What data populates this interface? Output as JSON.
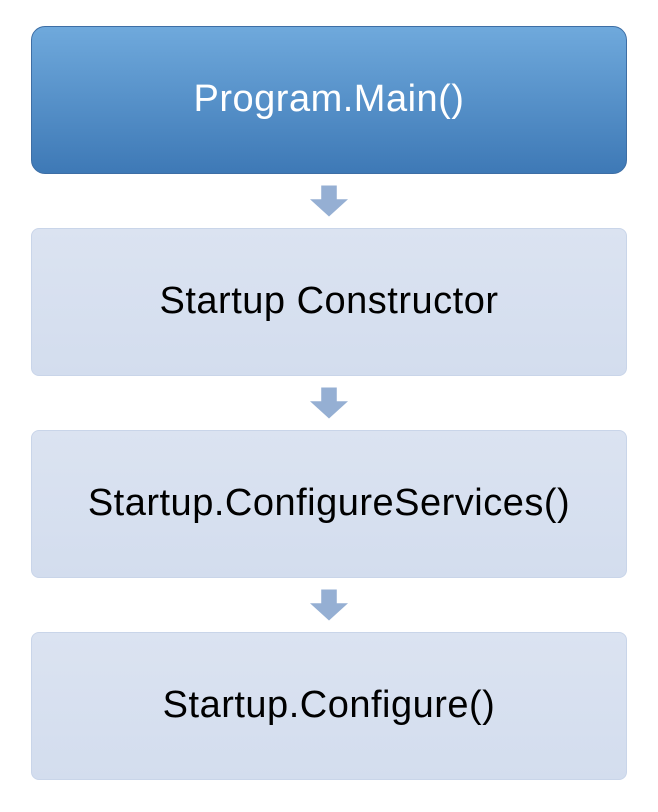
{
  "diagram": {
    "description": "Application startup call sequence flowchart",
    "steps": [
      {
        "label": "Program.Main()",
        "variant": "primary"
      },
      {
        "label": "Startup Constructor",
        "variant": "secondary"
      },
      {
        "label": "Startup.ConfigureServices()",
        "variant": "secondary"
      },
      {
        "label": "Startup.Configure()",
        "variant": "secondary"
      }
    ],
    "connectors": [
      {
        "from": 0,
        "to": 1,
        "type": "down-arrow"
      },
      {
        "from": 1,
        "to": 2,
        "type": "down-arrow"
      },
      {
        "from": 2,
        "to": 3,
        "type": "down-arrow"
      }
    ],
    "colors": {
      "primary_top": "#6FA9DC",
      "primary_bottom": "#3E79B6",
      "primary_border": "#3D6EA5",
      "primary_text": "#FFFFFF",
      "secondary_bg": "#DBE3F1",
      "secondary_bg_bottom": "#D3DDEE",
      "secondary_border": "#C9D5E9",
      "secondary_text": "#000000",
      "arrow": "#95AFD3"
    }
  }
}
